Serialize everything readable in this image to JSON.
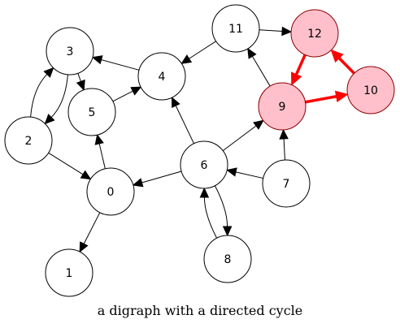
{
  "caption": "a digraph with a directed cycle",
  "colors": {
    "node_fill": "#ffffff",
    "node_stroke": "#000000",
    "cycle_fill": "#ffc0cb",
    "cycle_stroke": "#8b0000",
    "edge": "#000000",
    "cycle_edge": "#ff0000"
  },
  "nodes": [
    {
      "id": "0",
      "label": "0",
      "highlight": false
    },
    {
      "id": "1",
      "label": "1",
      "highlight": false
    },
    {
      "id": "2",
      "label": "2",
      "highlight": false
    },
    {
      "id": "3",
      "label": "3",
      "highlight": false
    },
    {
      "id": "4",
      "label": "4",
      "highlight": false
    },
    {
      "id": "5",
      "label": "5",
      "highlight": false
    },
    {
      "id": "6",
      "label": "6",
      "highlight": false
    },
    {
      "id": "7",
      "label": "7",
      "highlight": false
    },
    {
      "id": "8",
      "label": "8",
      "highlight": false
    },
    {
      "id": "9",
      "label": "9",
      "highlight": true
    },
    {
      "id": "10",
      "label": "10",
      "highlight": true
    },
    {
      "id": "11",
      "label": "11",
      "highlight": false
    },
    {
      "id": "12",
      "label": "12",
      "highlight": true
    }
  ],
  "edges": [
    {
      "from": "2",
      "to": "3",
      "highlight": false
    },
    {
      "from": "3",
      "to": "2",
      "highlight": false
    },
    {
      "from": "3",
      "to": "5",
      "highlight": false
    },
    {
      "from": "4",
      "to": "3",
      "highlight": false
    },
    {
      "from": "5",
      "to": "4",
      "highlight": false
    },
    {
      "from": "2",
      "to": "0",
      "highlight": false
    },
    {
      "from": "0",
      "to": "5",
      "highlight": false
    },
    {
      "from": "0",
      "to": "1",
      "highlight": false
    },
    {
      "from": "6",
      "to": "0",
      "highlight": false
    },
    {
      "from": "6",
      "to": "4",
      "highlight": false
    },
    {
      "from": "6",
      "to": "9",
      "highlight": false
    },
    {
      "from": "6",
      "to": "8",
      "highlight": false
    },
    {
      "from": "8",
      "to": "6",
      "highlight": false
    },
    {
      "from": "7",
      "to": "6",
      "highlight": false
    },
    {
      "from": "7",
      "to": "9",
      "highlight": false
    },
    {
      "from": "9",
      "to": "11",
      "highlight": false
    },
    {
      "from": "11",
      "to": "4",
      "highlight": false
    },
    {
      "from": "11",
      "to": "12",
      "highlight": false
    },
    {
      "from": "9",
      "to": "10",
      "highlight": true
    },
    {
      "from": "10",
      "to": "12",
      "highlight": true
    },
    {
      "from": "12",
      "to": "9",
      "highlight": true
    }
  ]
}
